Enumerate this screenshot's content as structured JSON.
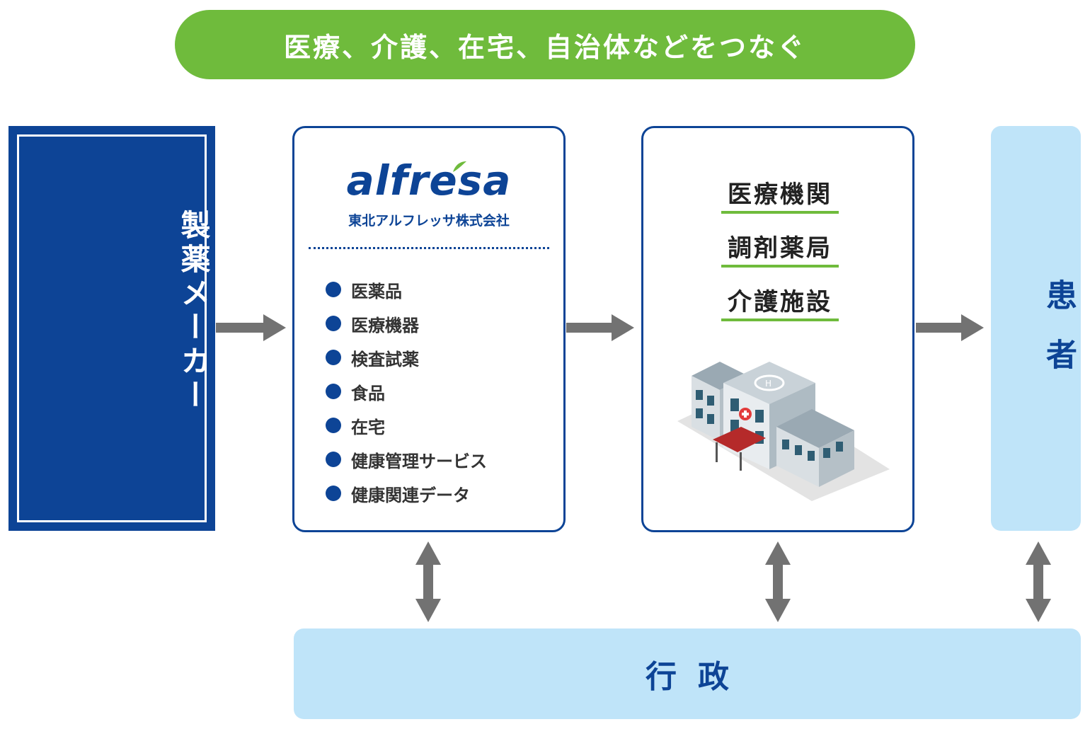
{
  "banner": {
    "text": "医療、介護、在宅、自治体などをつなぐ"
  },
  "manufacturer": {
    "label": "製薬メーカー"
  },
  "wholesaler": {
    "logo_text": "alfresa",
    "company_name": "東北アルフレッサ株式会社",
    "products": [
      "医薬品",
      "医療機器",
      "検査試薬",
      "食品",
      "在宅",
      "健康管理サービス",
      "健康関連データ"
    ]
  },
  "facilities": {
    "items": [
      "医療機関",
      "調剤薬局",
      "介護施設"
    ],
    "illustration": "hospital-building-icon"
  },
  "patient": {
    "label": "患者"
  },
  "government": {
    "label": "行政"
  },
  "colors": {
    "navy": "#0d4496",
    "green": "#6fbb3c",
    "light_blue": "#bfe4f9",
    "arrow_gray": "#727272"
  }
}
